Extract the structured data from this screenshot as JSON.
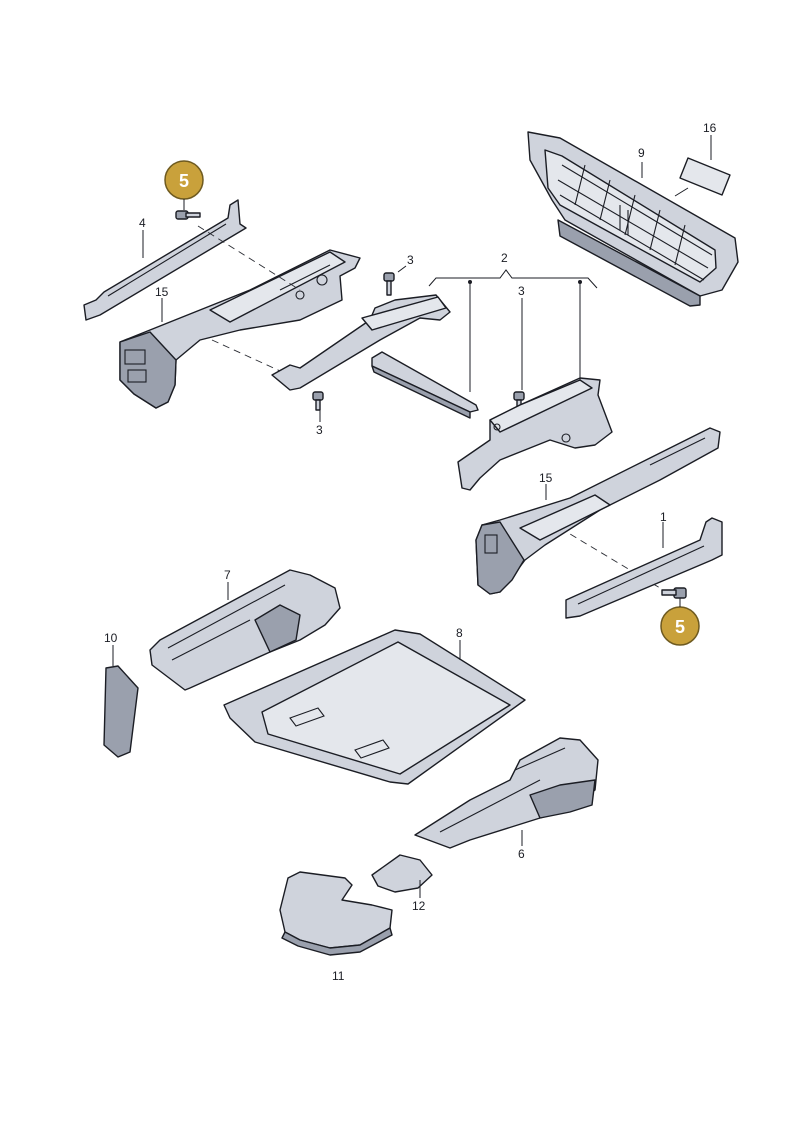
{
  "callouts": {
    "c1": "1",
    "c2": "2",
    "c3a": "3",
    "c3b": "3",
    "c3c": "3",
    "c4": "4",
    "c6": "6",
    "c7": "7",
    "c8": "8",
    "c9": "9",
    "c10": "10",
    "c11": "11",
    "c12": "12",
    "c15a": "15",
    "c15b": "15",
    "c16": "16"
  },
  "badges": {
    "b5a": "5",
    "b5b": "5"
  },
  "colors": {
    "badge": "#c9a13b",
    "part": "#cfd3dc",
    "part_dark": "#9aa0ad",
    "line": "#1b1d24"
  }
}
